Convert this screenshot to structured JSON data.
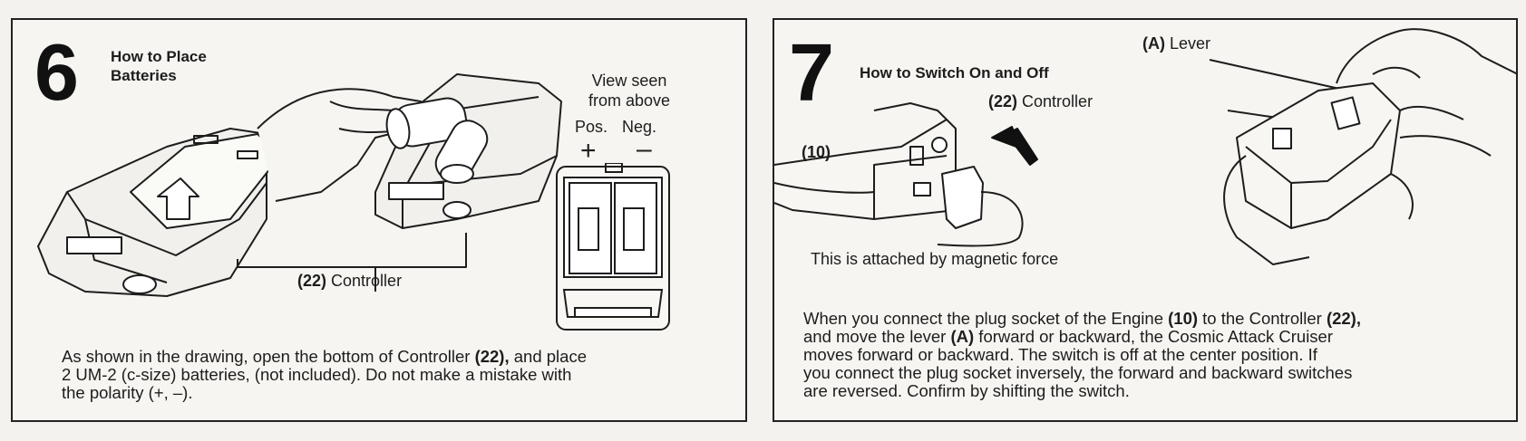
{
  "step6": {
    "number": "6",
    "title": "How to Place Batteries",
    "view_note_line1": "View seen",
    "view_note_line2": "from above",
    "pos_label": "Pos.",
    "neg_label": "Neg.",
    "plus_sign": "+",
    "minus_sign": "–",
    "controller_ref": "(22)",
    "controller_label": "Controller",
    "body": {
      "line1_a": "As shown in the drawing, open the bottom of Controller ",
      "line1_ref": "(22),",
      "line1_b": " and place",
      "line2": "2 UM-2 (c-size) batteries, (not included). Do not make a mistake with",
      "line3": "the polarity (+, –)."
    }
  },
  "step7": {
    "number": "7",
    "title": "How to Switch On and Off",
    "lever_ref": "(A)",
    "lever_label": "Lever",
    "controller_ref": "(22)",
    "controller_label": "Controller",
    "engine_ref": "(10)",
    "magnet_note": "This is attached by magnetic force",
    "body": {
      "l1_a": "When you connect the plug socket of the Engine ",
      "l1_ref1": "(10)",
      "l1_b": " to the Controller ",
      "l1_ref2": "(22),",
      "l2_a": "and move the lever ",
      "l2_ref": "(A)",
      "l2_b": " forward or backward, the Cosmic Attack Cruiser",
      "l3": "moves forward or backward. The switch is off at the center position. If",
      "l4": "you connect the plug socket inversely, the forward and backward switches",
      "l5": "are reversed. Confirm by shifting the switch."
    }
  }
}
